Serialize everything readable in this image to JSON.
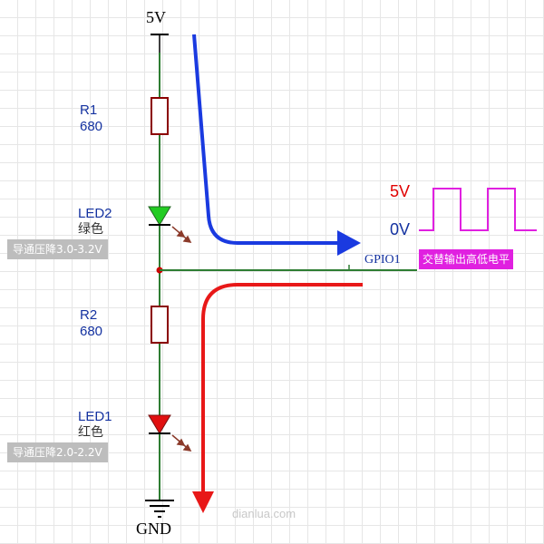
{
  "rail": {
    "top": "5V",
    "bottom": "GND"
  },
  "r1": {
    "ref": "R1",
    "value": "680"
  },
  "r2": {
    "ref": "R2",
    "value": "680"
  },
  "led2": {
    "ref": "LED2",
    "color_name": "绿色",
    "note": "导通压降3.0-3.2V"
  },
  "led1": {
    "ref": "LED1",
    "color_name": "红色",
    "note": "导通压降2.0-2.2V"
  },
  "gpio": {
    "label": "GPIO1",
    "note": "交替输出高低电平"
  },
  "waveform": {
    "high_label": "5V",
    "low_label": "0V"
  },
  "watermark": "dianlua.com",
  "colors": {
    "wire": "#2e7d32",
    "led_green": "#22cc22",
    "led_red": "#e01010",
    "arrow_blue": "#1a3ae0",
    "arrow_red": "#e81818",
    "wave": "#e020e0",
    "badge_gray": "#bdbdbd",
    "badge_magenta": "#e020e0"
  }
}
